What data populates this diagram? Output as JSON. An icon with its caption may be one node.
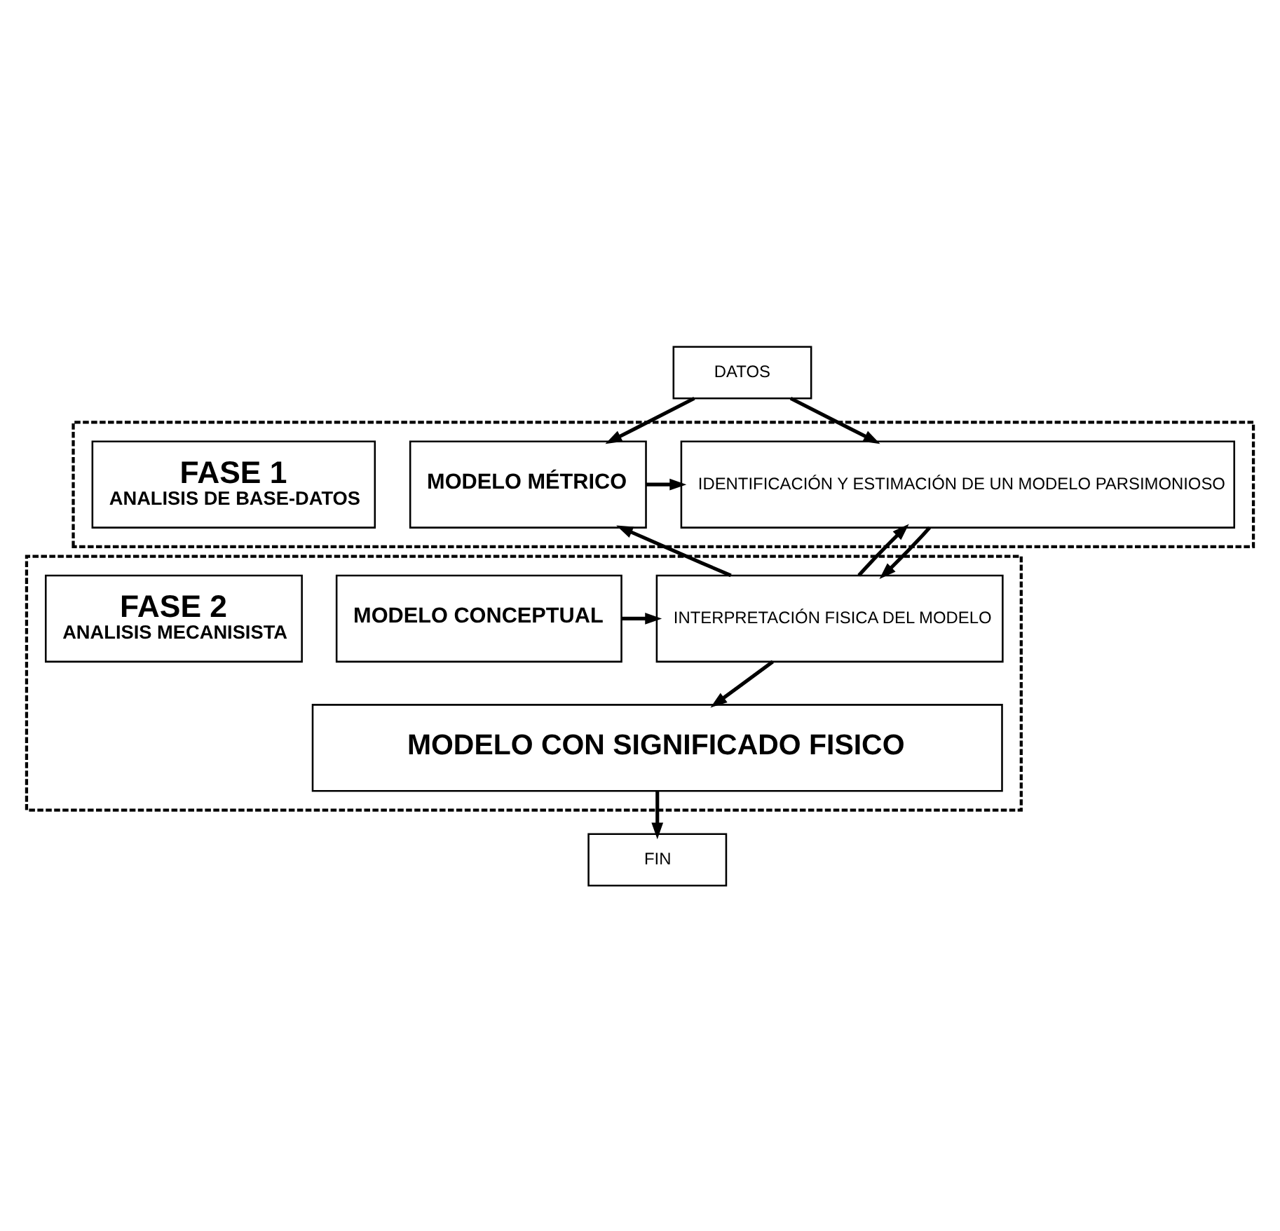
{
  "diagram": {
    "nodes": [
      {
        "text": [
          "DATOS"
        ]
      },
      {
        "text": [],
        "shape": "box"
      },
      {
        "text": [
          "MODELO MÉTRICO"
        ],
        "in": 1
      },
      {
        "text": [
          "IDENTIFICACIÓN Y ESTIMACIÓN DE UN MODELO PARSIMONIOSO"
        ],
        "in": 1
      },
      {
        "text": [
          "FASE 1",
          "ANALISIS DE BASE-DATOS"
        ],
        "in": 1
      },
      {
        "text": [],
        "shape": "box"
      },
      {
        "text": [
          "MODELO CONCEPTUAL"
        ],
        "in": 5
      },
      {
        "text": [
          "INTERPRETACIÓN FISICA DEL MODELO"
        ],
        "in": 5
      },
      {
        "text": [
          "FASE 2",
          "ANALISIS MECANISISTA"
        ],
        "in": 5
      },
      {
        "text": [
          "MODELO CON SIGNIFICADO FISICO"
        ],
        "in": 5
      },
      {
        "text": [
          "FIN"
        ]
      }
    ],
    "edges": [
      {
        "from": 0,
        "to": 3,
        "arrow": "to"
      },
      {
        "from": 0,
        "to": 2,
        "arrow": "to"
      },
      {
        "from": 2,
        "to": 3,
        "arrow": "to"
      },
      {
        "from": 7,
        "to": 3,
        "arrow": "to"
      },
      {
        "from": 7,
        "to": 2,
        "arrow": "to"
      },
      {
        "from": 3,
        "to": 7,
        "arrow": "to"
      },
      {
        "from": 6,
        "to": 7,
        "arrow": "to"
      },
      {
        "from": 7,
        "to": 9,
        "arrow": "to"
      },
      {
        "from": 9,
        "to": 10,
        "arrow": "to"
      }
    ]
  }
}
